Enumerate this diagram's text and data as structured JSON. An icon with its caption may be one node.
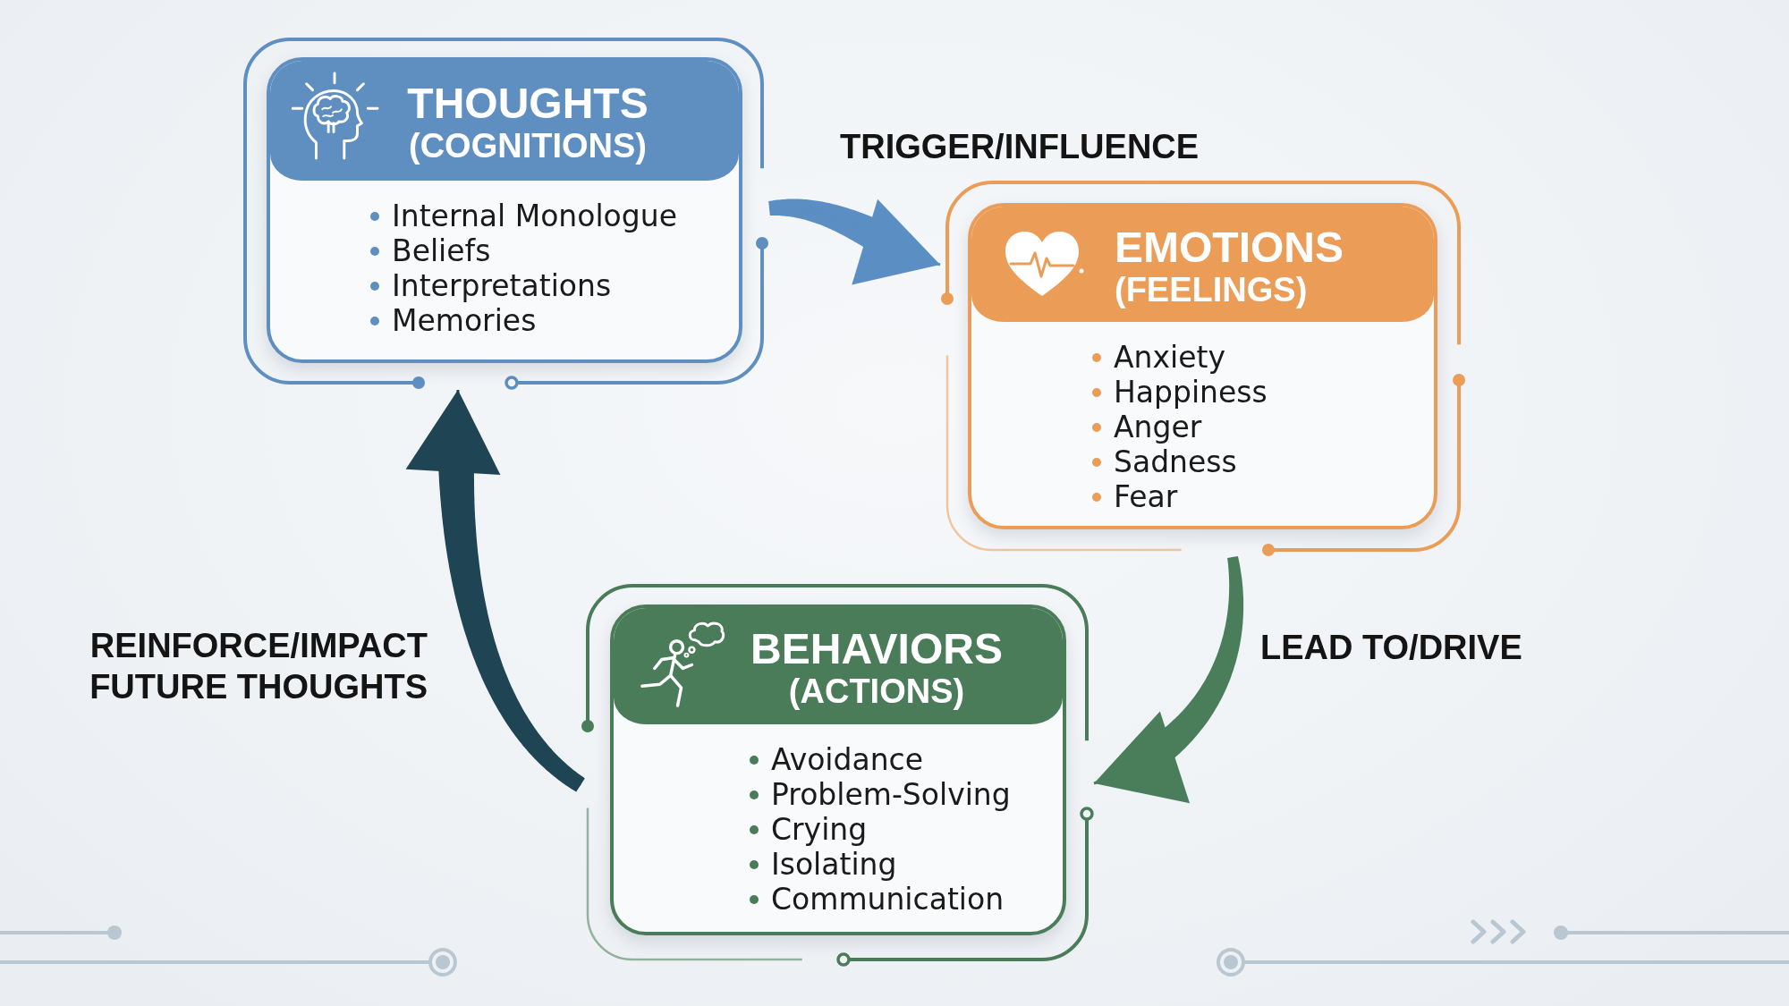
{
  "diagram": {
    "nodes": [
      {
        "text": [
          "THOUGHTS",
          "(COGNITIONS)",
          "Internal Monologue",
          "Beliefs",
          "Interpretations",
          "Memories"
        ]
      },
      {
        "text": [
          "EMOTIONS",
          "(FEELINGS)",
          "Anxiety",
          "Happiness",
          "Anger",
          "Sadness",
          "Fear"
        ]
      },
      {
        "text": [
          "BEHAVIORS",
          "(ACTIONS)",
          "Avoidance",
          "Problem-Solving",
          "Crying",
          "Isolating",
          "Communication"
        ]
      }
    ],
    "edges": [
      {
        "from": 0,
        "to": 1,
        "arrow": "to",
        "label": "TRIGGER/INFLUENCE",
        "color": "#5b8ec2"
      },
      {
        "from": 1,
        "to": 2,
        "arrow": "to",
        "label": "LEAD TO/DRIVE",
        "color": "#4a7d5a"
      },
      {
        "from": 2,
        "to": 0,
        "arrow": "to",
        "label": "REINFORCE/IMPACT FUTURE THOUGHTS",
        "color": "#1f4453"
      }
    ]
  }
}
